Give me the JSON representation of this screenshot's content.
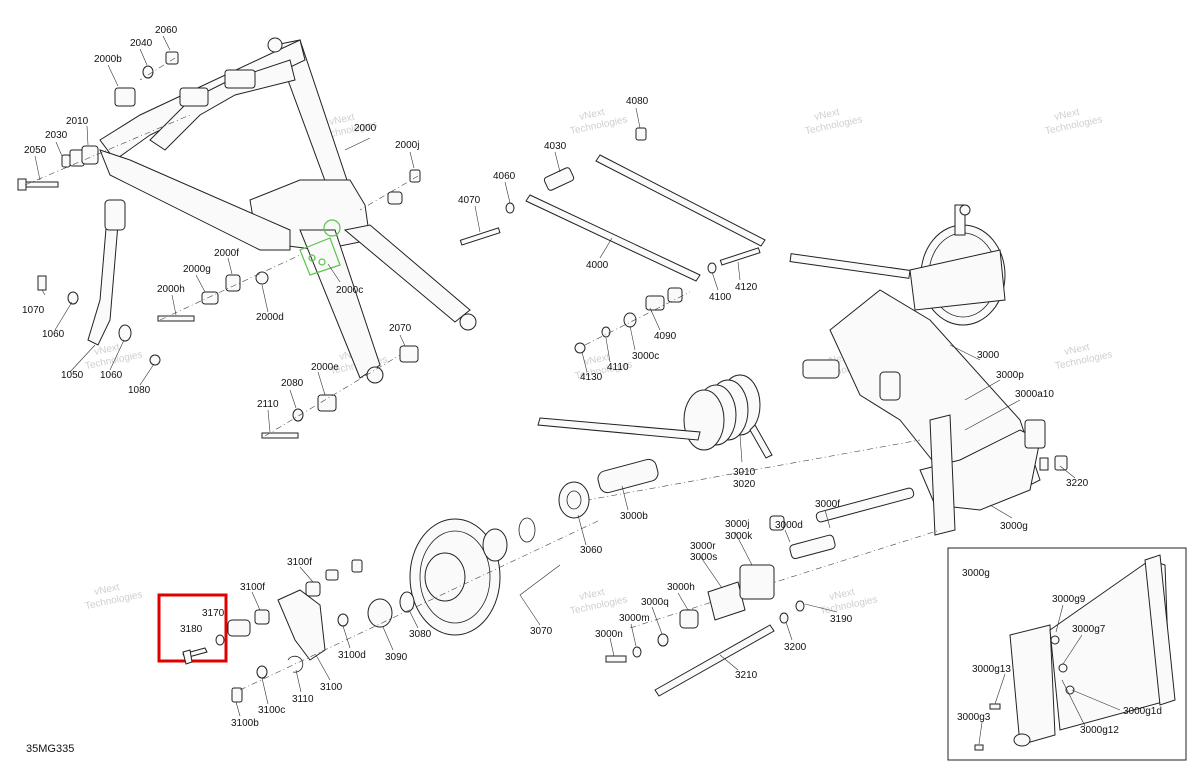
{
  "diagram_code": "35MG335",
  "watermark_text": [
    "vNext",
    "Technologies"
  ],
  "highlight_color": "#e00000",
  "accent_green": "#5bc24a",
  "labels": {
    "l2060": "2060",
    "l2040": "2040",
    "l2000b": "2000b",
    "l2010": "2010",
    "l2030": "2030",
    "l2050": "2050",
    "l2000": "2000",
    "l2000j": "2000j",
    "l2000f": "2000f",
    "l2000g": "2000g",
    "l2000h": "2000h",
    "l2000d": "2000d",
    "l2000c": "2000c",
    "l2070": "2070",
    "l2080": "2080",
    "l2000e": "2000e",
    "l2110": "2110",
    "l1070": "1070",
    "l1060a": "1060",
    "l1050": "1050",
    "l1060b": "1060",
    "l1080": "1080",
    "l4080": "4080",
    "l4030": "4030",
    "l4060": "4060",
    "l4070": "4070",
    "l4000": "4000",
    "l4100": "4100",
    "l4120": "4120",
    "l4090": "4090",
    "l3000c": "3000c",
    "l4130": "4130",
    "l4110": "4110",
    "l3000": "3000",
    "l3000p": "3000p",
    "l3000a10": "3000a10",
    "l3010": "3010",
    "l3020": "3020",
    "l3220": "3220",
    "l3000b": "3000b",
    "l3000g": "3000g",
    "l3060": "3060",
    "l3000f": "3000f",
    "l3000d": "3000d",
    "l3000j": "3000j",
    "l3000k": "3000k",
    "l3000r": "3000r",
    "l3000s": "3000s",
    "l3000h": "3000h",
    "l3000q": "3000q",
    "l3000m": "3000m",
    "l3000n": "3000n",
    "l3190": "3190",
    "l3200": "3200",
    "l3210": "3210",
    "l3070": "3070",
    "l3080": "3080",
    "l3090": "3090",
    "l3100f_a": "3100f",
    "l3100f_b": "3100f",
    "l3170": "3170",
    "l3180": "3180",
    "l3100d": "3100d",
    "l3100": "3100",
    "l3110": "3110",
    "l3100c": "3100c",
    "l3100b": "3100b",
    "inset_title": "3000g",
    "l3000g9": "3000g9",
    "l3000g7": "3000g7",
    "l3000g13": "3000g13",
    "l3000g1d": "3000g1d",
    "l3000g3": "3000g3",
    "l3000g12": "3000g12"
  }
}
